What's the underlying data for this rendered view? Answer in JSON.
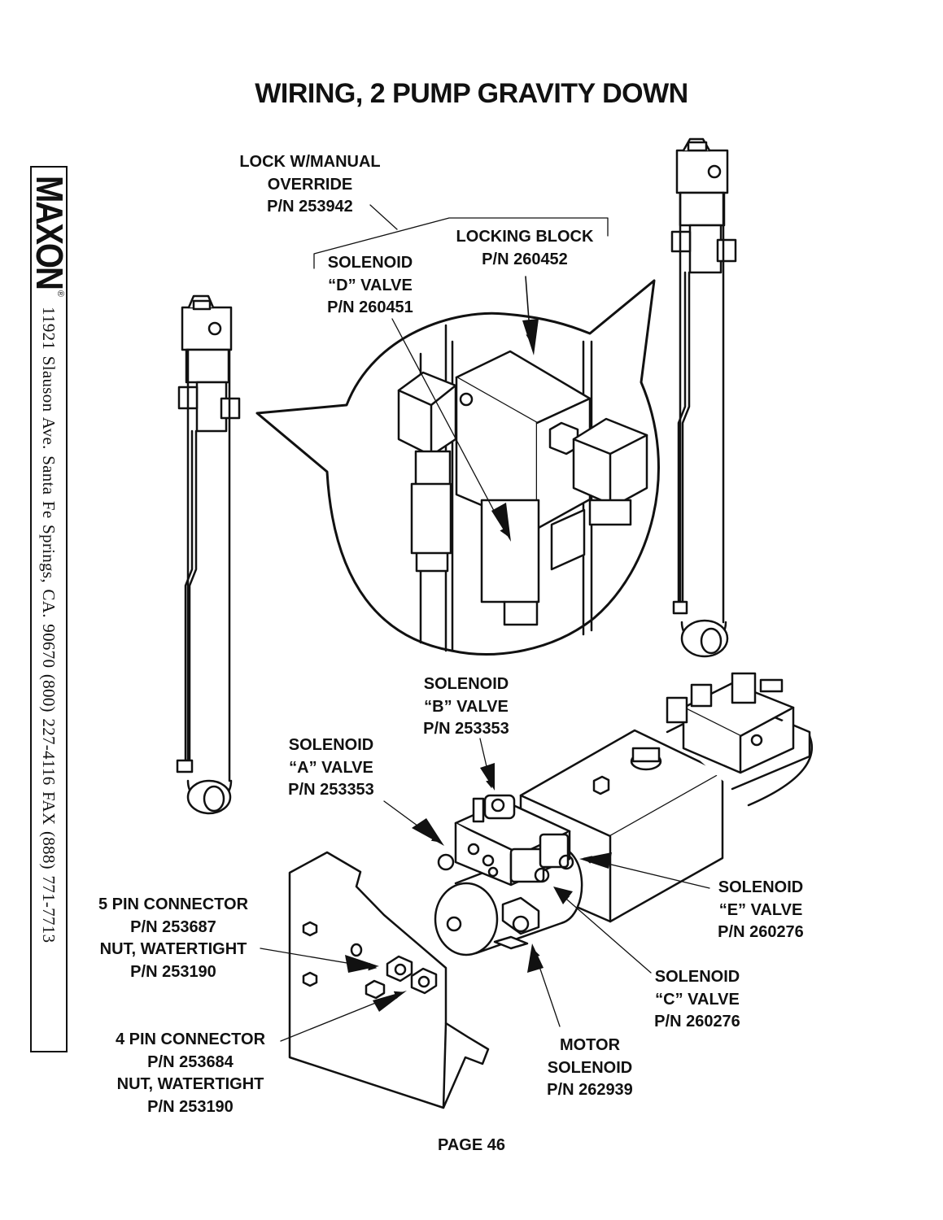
{
  "title": "WIRING, 2 PUMP GRAVITY DOWN",
  "sidebar": {
    "logo": "MAXON",
    "registered_mark": "®",
    "address": "11921 Slauson Ave.   Santa Fe Springs, CA.   90670   (800) 227-4116   FAX (888) 771-7713"
  },
  "callouts": {
    "lock_override": [
      "LOCK W/MANUAL",
      "OVERRIDE",
      "P/N 253942"
    ],
    "locking_block": [
      "LOCKING BLOCK",
      "P/N 260452"
    ],
    "solenoid_d": [
      "SOLENOID",
      "“D” VALVE",
      "P/N 260451"
    ],
    "solenoid_b": [
      "SOLENOID",
      "“B” VALVE",
      "P/N 253353"
    ],
    "solenoid_a": [
      "SOLENOID",
      "“A” VALVE",
      "P/N 253353"
    ],
    "solenoid_e": [
      "SOLENOID",
      "“E” VALVE",
      "P/N 260276"
    ],
    "solenoid_c": [
      "SOLENOID",
      "“C” VALVE",
      "P/N 260276"
    ],
    "motor_solenoid": [
      "MOTOR",
      "SOLENOID",
      "P/N 262939"
    ],
    "five_pin": [
      "5 PIN CONNECTOR",
      "P/N 253687",
      "NUT, WATERTIGHT",
      "P/N 253190"
    ],
    "four_pin": [
      "4 PIN CONNECTOR",
      "P/N 253684",
      "NUT, WATERTIGHT",
      "P/N 253190"
    ]
  },
  "page": "PAGE 46"
}
